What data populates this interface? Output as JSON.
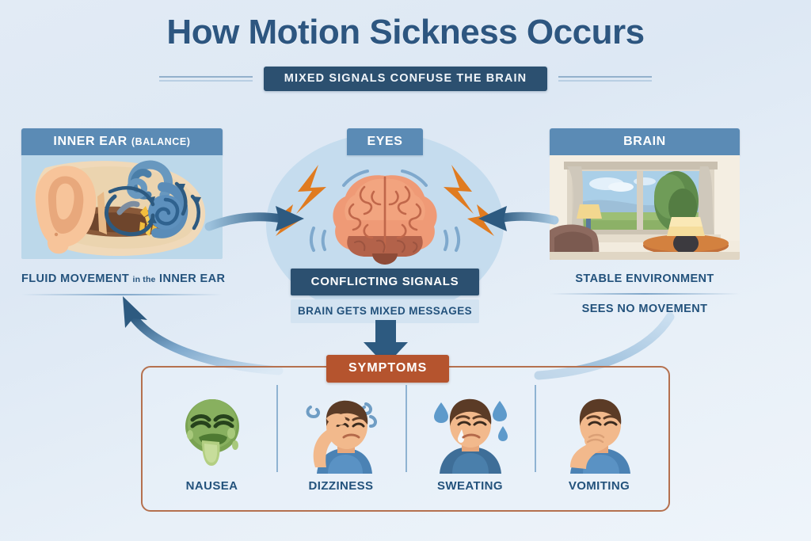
{
  "header": {
    "title": "How Motion Sickness Occurs",
    "subtitle": "MIXED SIGNALS CONFUSE THE BRAIN"
  },
  "colors": {
    "background": "#dde8f4",
    "title_navy": "#2d5680",
    "banner_navy": "#2c5070",
    "panel_header_blue": "#5b8bb5",
    "pale_blue_banner": "#d3e3f1",
    "symptoms_brick": "#b5542e",
    "symptoms_border": "#b5714f",
    "arrow_blue": "#2d5a80",
    "lightning_orange": "#e07b20",
    "brain_pink": "#ef9a76",
    "nausea_green": "#7aa352"
  },
  "panels": {
    "left": {
      "header": "INNER EAR",
      "header_suffix": "(BALANCE)",
      "caption_lead": "FLUID MOVEMENT",
      "caption_mid": "in the",
      "caption_tail": "INNER EAR",
      "art_name": "inner-ear-anatomy-illustration"
    },
    "center": {
      "header": "EYES",
      "banner_primary": "CONFLICTING SIGNALS",
      "banner_secondary": "BRAIN GETS MIXED MESSAGES",
      "art_name": "brain-with-lightning-bolts-illustration"
    },
    "right": {
      "header": "BRAIN",
      "caption_primary": "STABLE ENVIRONMENT",
      "caption_secondary": "SEES NO MOVEMENT",
      "art_name": "stable-room-with-window-illustration"
    }
  },
  "symptoms": {
    "badge": "SYMPTOMS",
    "items": [
      {
        "label": "NAUSEA",
        "icon": "nauseated-green-face-icon"
      },
      {
        "label": "DIZZINESS",
        "icon": "person-holding-head-icon"
      },
      {
        "label": "SWEATING",
        "icon": "person-with-sweat-drops-icon"
      },
      {
        "label": "VOMITING",
        "icon": "person-covering-mouth-icon"
      }
    ]
  },
  "connectors": [
    {
      "name": "ear-to-brain-arrow",
      "direction": "right"
    },
    {
      "name": "room-to-brain-arrow",
      "direction": "left"
    },
    {
      "name": "brain-to-symptoms-arrow",
      "direction": "down"
    },
    {
      "name": "symptoms-to-ear-feedback-arrow",
      "direction": "up-left-curve"
    },
    {
      "name": "right-feedback-curve",
      "direction": "up-right-curve"
    }
  ]
}
